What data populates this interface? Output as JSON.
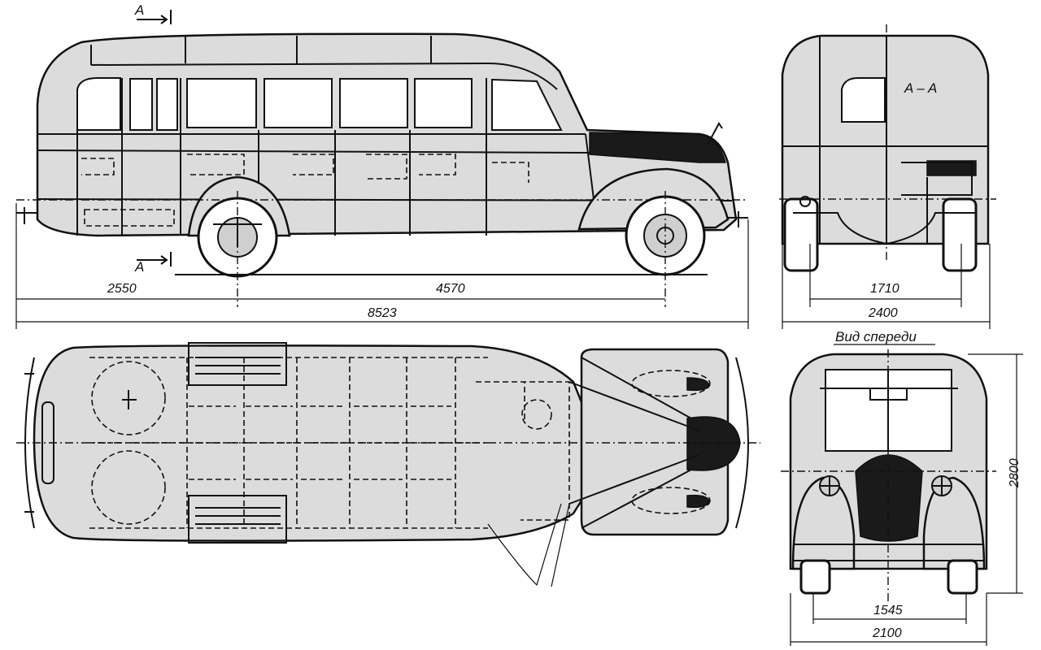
{
  "section_marks": {
    "top": "A",
    "bottom": "A"
  },
  "side_view": {
    "dims": {
      "front_overhang": "2550",
      "wheelbase": "4570",
      "overall_length": "8523"
    }
  },
  "section_view": {
    "label": "A – A",
    "dims": {
      "track": "1710",
      "width": "2400"
    }
  },
  "front_view": {
    "caption": "Вид спереди",
    "dims": {
      "track": "1545",
      "width": "2100",
      "height": "2800"
    }
  },
  "colors": {
    "line": "#111111",
    "fill": "#dcdcdc",
    "glass": "#ffffff"
  }
}
